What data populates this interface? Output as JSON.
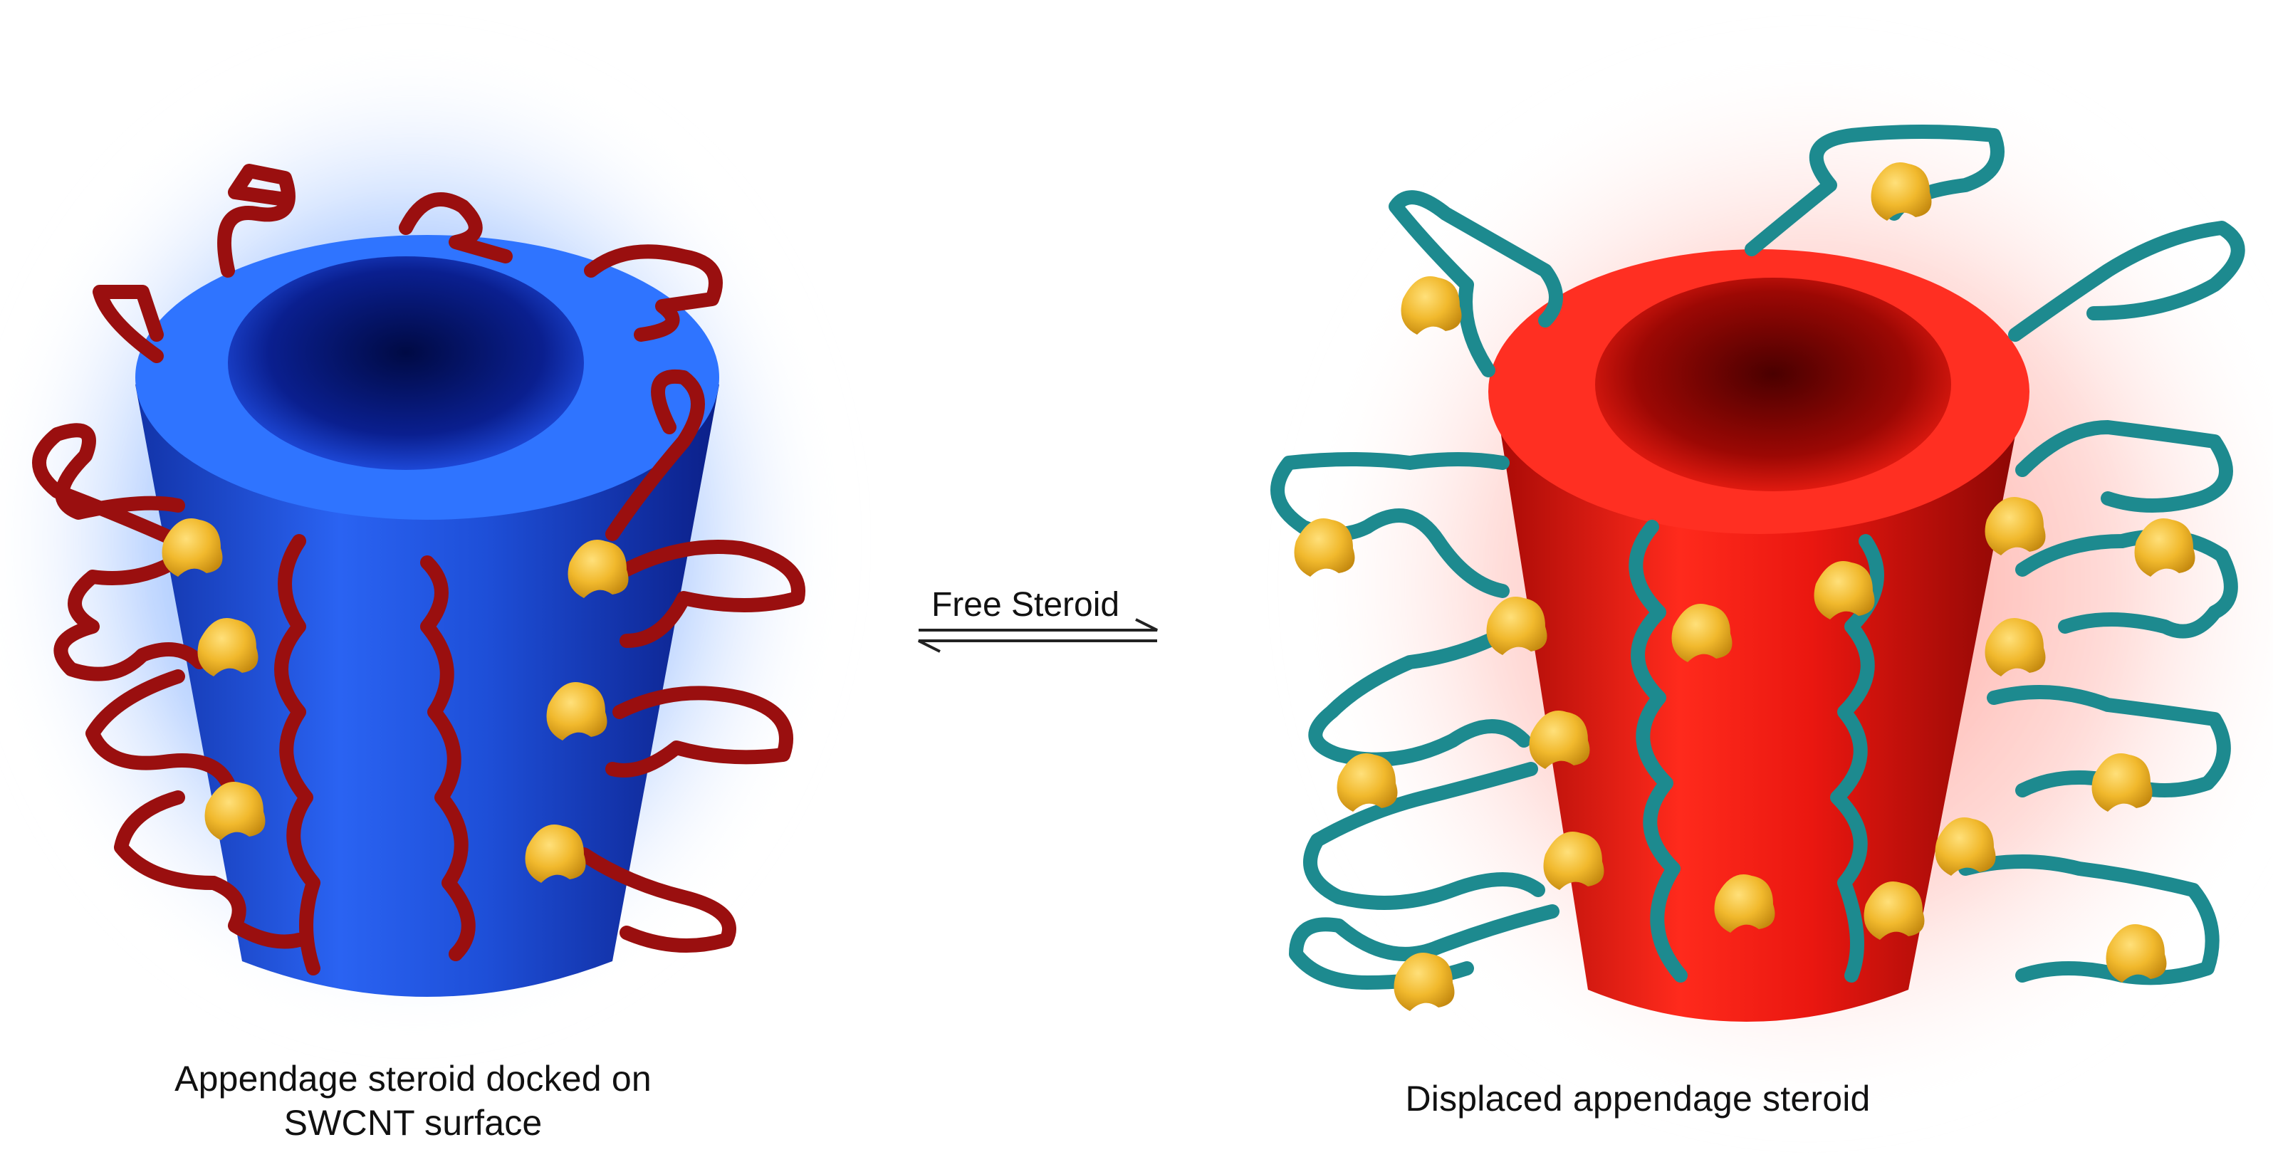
{
  "labels": {
    "left_caption_line1": "Appendage steroid docked on",
    "left_caption_line2": "SWCNT surface",
    "right_caption": "Displaced appendage steroid",
    "equilibrium": "Free Steroid"
  },
  "panels": [
    {
      "state": "docked",
      "tube_color": "#1f57e6",
      "glow_color": "#8fb6ff",
      "chain_color": "#9a0f0f",
      "steroid_color": "#f1b92d"
    },
    {
      "state": "displaced",
      "tube_color": "#e8160f",
      "glow_color": "#ffb3ae",
      "chain_color": "#1d8a8f",
      "steroid_color": "#f1b92d"
    }
  ]
}
